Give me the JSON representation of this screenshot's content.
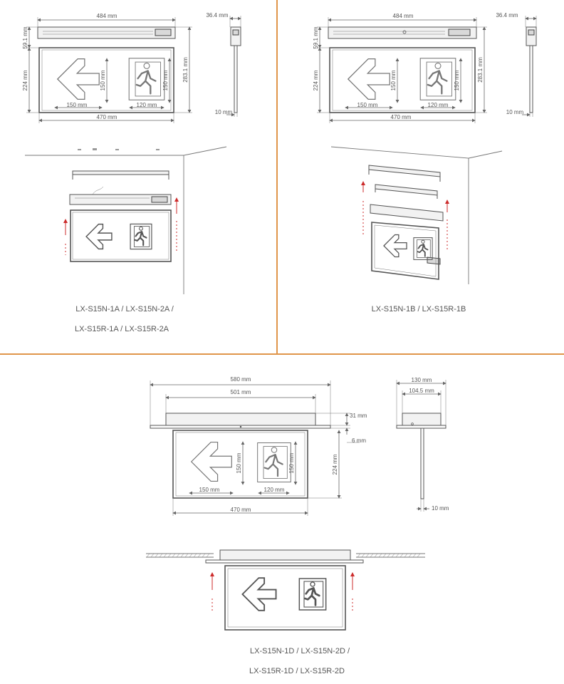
{
  "colors": {
    "divider": "#e0954a",
    "line": "#666666",
    "text": "#555555",
    "arrow_red": "#cc2b2b"
  },
  "panel_a": {
    "caption_line1": "LX-S15N-1A / LX-S15N-2A /",
    "caption_line2": "LX-S15R-1A / LX-S15R-2A",
    "dims": {
      "width_top": "484 mm",
      "depth": "36.4 mm",
      "housing_h": "59.1 mm",
      "panel_h": "224 mm",
      "total_h": "283.1 mm",
      "arrow_h": "150 mm",
      "man_h": "150 mm",
      "arrow_w": "150 mm",
      "man_w": "120 mm",
      "panel_w": "470 mm",
      "thickness": "10 mm"
    }
  },
  "panel_b": {
    "caption_line1": "LX-S15N-1B / LX-S15R-1B",
    "dims": {
      "width_top": "484 mm",
      "depth": "36.4 mm",
      "housing_h": "59.1 mm",
      "panel_h": "224 mm",
      "total_h": "283.1 mm",
      "arrow_h": "150 mm",
      "man_h": "150 mm",
      "arrow_w": "150 mm",
      "man_w": "120 mm",
      "panel_w": "470 mm",
      "thickness": "10 mm"
    }
  },
  "panel_d": {
    "caption_line1": "LX-S15N-1D / LX-S15N-2D /",
    "caption_line2": "LX-S15R-1D / LX-S15R-2D",
    "dims": {
      "flange_w": "580 mm",
      "box_w": "501 mm",
      "box_h": "31 mm",
      "gap": "6 mm",
      "arrow_h": "150 mm",
      "man_h": "150 mm",
      "panel_h": "224 mm",
      "arrow_w": "150 mm",
      "man_w": "120 mm",
      "panel_w": "470 mm",
      "side_w": "130 mm",
      "side_inner_w": "104.5 mm",
      "thickness": "10 mm"
    }
  }
}
